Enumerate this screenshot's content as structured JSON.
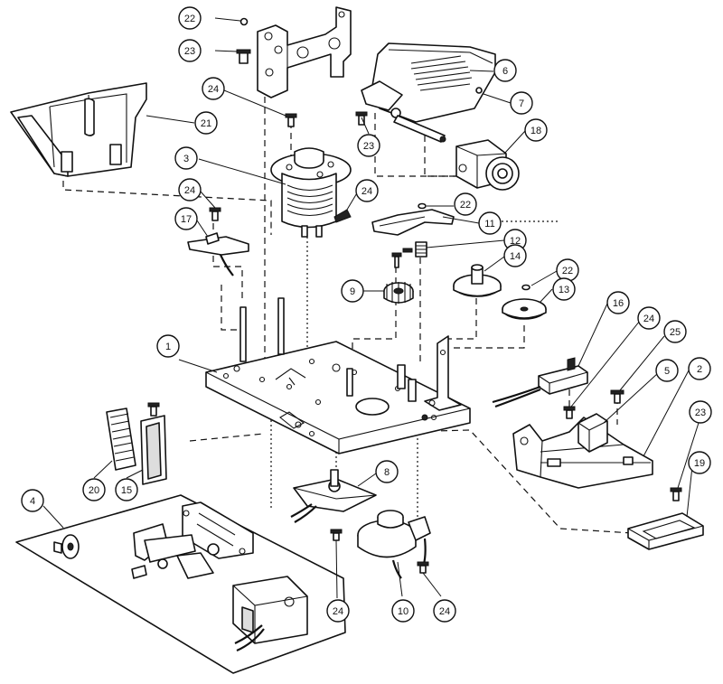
{
  "callouts": [
    {
      "label": "22"
    },
    {
      "label": "23"
    },
    {
      "label": "24"
    },
    {
      "label": "21"
    },
    {
      "label": "6"
    },
    {
      "label": "7"
    },
    {
      "label": "23"
    },
    {
      "label": "18"
    },
    {
      "label": "3"
    },
    {
      "label": "24"
    },
    {
      "label": "24"
    },
    {
      "label": "17"
    },
    {
      "label": "22"
    },
    {
      "label": "11"
    },
    {
      "label": "12"
    },
    {
      "label": "9"
    },
    {
      "label": "14"
    },
    {
      "label": "22"
    },
    {
      "label": "13"
    },
    {
      "label": "16"
    },
    {
      "label": "1"
    },
    {
      "label": "24"
    },
    {
      "label": "25"
    },
    {
      "label": "5"
    },
    {
      "label": "2"
    },
    {
      "label": "20"
    },
    {
      "label": "15"
    },
    {
      "label": "23"
    },
    {
      "label": "19"
    },
    {
      "label": "4"
    },
    {
      "label": "8"
    },
    {
      "label": "24"
    },
    {
      "label": "10"
    },
    {
      "label": "24"
    }
  ]
}
